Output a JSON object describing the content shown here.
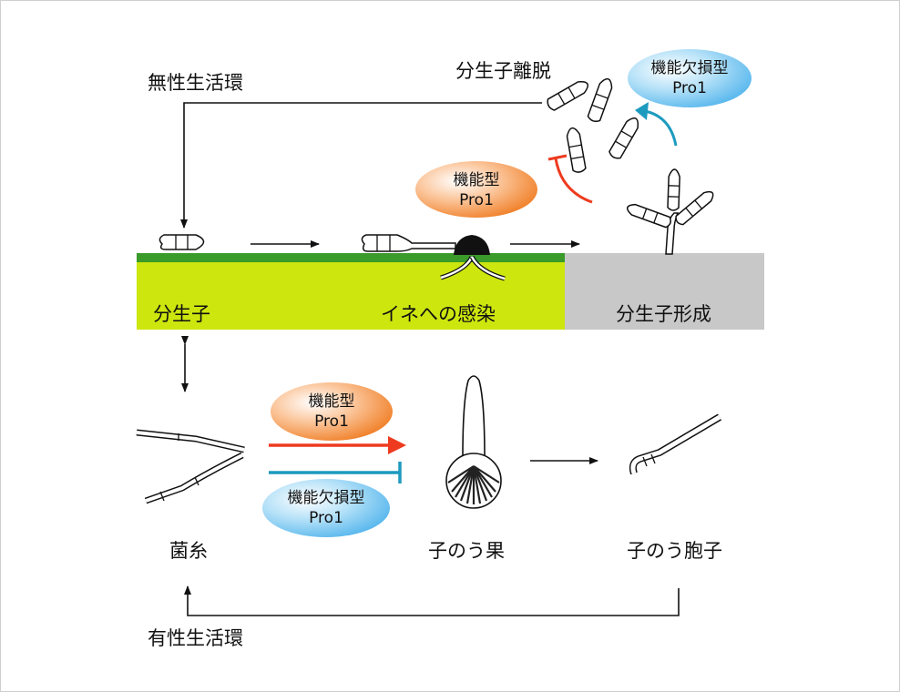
{
  "asexual_cycle": {
    "title": "無性生活環",
    "conidia_release": "分生子離脱",
    "stages": {
      "conidium": "分生子",
      "rice_infection": "イネへの感染",
      "conidiation": "分生子形成"
    }
  },
  "sexual_cycle": {
    "title": "有性生活環",
    "hypha": "菌糸",
    "perithecium": "子のう果",
    "ascospore": "子のう胞子"
  },
  "badges": {
    "functional": {
      "line1": "機能型",
      "line2": "Pro1"
    },
    "deficient": {
      "line1": "機能欠損型",
      "line2": "Pro1"
    }
  },
  "colors": {
    "plant_green": "#cde60e",
    "leaf_stripe": "#3a9a2a",
    "grey_panel": "#c8c8c8",
    "activate_arrow": "#ee3b1f",
    "inhibit_bar": "#1d9bbf",
    "functional_badge": "#f07d22",
    "deficient_badge": "#5bb9ee"
  }
}
